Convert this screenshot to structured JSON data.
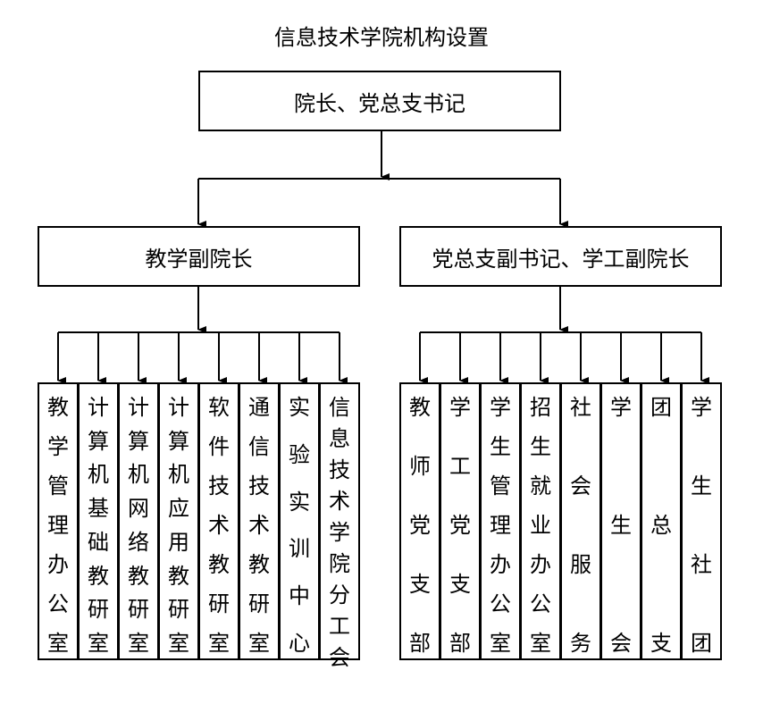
{
  "title": "信息技术学院机构设置",
  "top": "院长、党总支书记",
  "left_branch": {
    "label": "教学副院长",
    "units": [
      "教学管理办公室",
      "计算机基础教研室",
      "计算机网络教研室",
      "计算机应用教研室",
      "软件技术教研室",
      "通信技术教研室",
      "实验实训中心",
      "信息技术学院分工会"
    ]
  },
  "right_branch": {
    "label": "党总支副书记、学工副院长",
    "units": [
      "教师党支部",
      "学工党支部",
      "学生管理办公室",
      "招生就业办公室",
      "社会服务",
      "学生会",
      "团总支",
      "学生社团"
    ]
  }
}
